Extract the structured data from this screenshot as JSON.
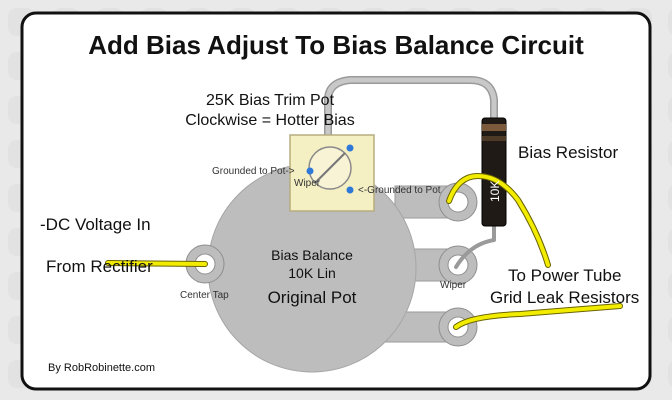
{
  "title": "Add Bias Adjust To Bias Balance Circuit",
  "trim_pot": {
    "label_line1": "25K Bias Trim Pot",
    "label_line2": "Clockwise = Hotter Bias",
    "grounded_left": "Grounded to Pot->",
    "grounded_right": "<-Grounded to Pot",
    "wiper": "Wiper"
  },
  "bias_resistor": {
    "label": "Bias Resistor",
    "value": "10K"
  },
  "dc_in": {
    "line1": "-DC Voltage In",
    "line2": "From Rectifier"
  },
  "main_pot": {
    "line1": "Bias Balance",
    "line2": "10K Lin",
    "line3": "Original Pot",
    "center_tap": "Center Tap",
    "wiper": "Wiper"
  },
  "power_tube": {
    "line1": "To Power Tube",
    "line2": "Grid Leak Resistors"
  },
  "credit": "By RobRobinette.com",
  "colors": {
    "wire_yellow": "#f2ec00",
    "wire_gray": "#c4c4c4",
    "pot_body": "#bdbdbd",
    "trim_body": "#f5efc4",
    "contact_blue": "#2e78d8"
  }
}
